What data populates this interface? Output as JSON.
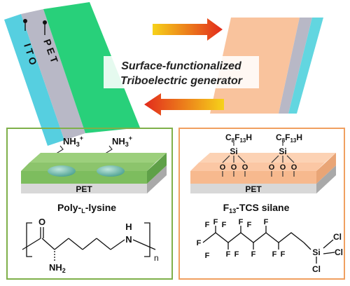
{
  "colors": {
    "ito": "#5ad0e0",
    "pet_film": "#b9b9c4",
    "green_film": "#2ad07a",
    "orange_film": "#f8c4a0",
    "cyan_back": "#63d6e0",
    "left_panel_border": "#7fb04a",
    "right_panel_border": "#f0a060",
    "arrow_warm": "#f2c21a",
    "arrow_hot": "#e2261e"
  },
  "device": {
    "ito_label": "I T O",
    "pet_label": "P E T",
    "title_line1": "Surface-functionalized",
    "title_line2": "Triboelectric generator"
  },
  "left_panel": {
    "amine_label": "NH",
    "amine_sub": "3",
    "amine_sup": "+",
    "substrate_label": "PET",
    "material_pre": "Poly-",
    "material_sub": "L",
    "material_post": "-lysine",
    "structure": {
      "carbonyl_o": "O",
      "amine_h": "H",
      "amine_n": "N",
      "side_chain_nh2": "NH",
      "side_chain_nh2_sub": "2",
      "repeat_n": "n"
    }
  },
  "right_panel": {
    "chain_label_c": "C",
    "chain_label_sub1": "8",
    "chain_label_f": "F",
    "chain_label_sub2": "13",
    "chain_label_h": "H",
    "silicon": "Si",
    "oxygen": "O",
    "substrate_label": "PET",
    "material_pre": "F",
    "material_sub": "13",
    "material_post": "-TCS silane",
    "structure": {
      "fluorine": "F",
      "silicon": "Si",
      "chlorine": "Cl"
    }
  }
}
